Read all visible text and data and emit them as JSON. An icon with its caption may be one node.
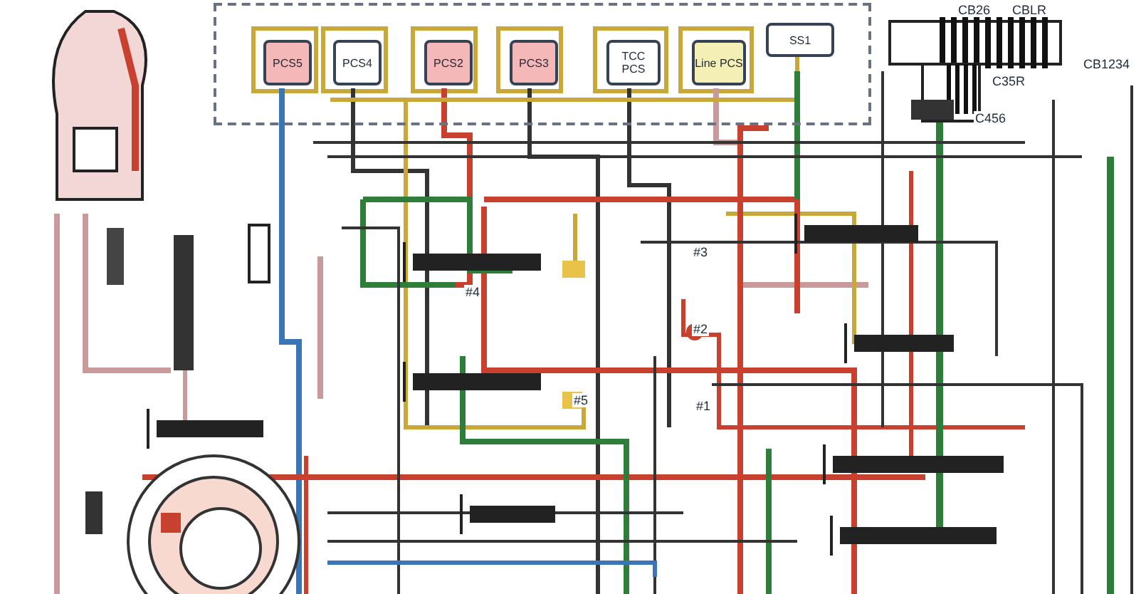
{
  "diagram": {
    "nodes": [
      {
        "text": [],
        "shape": "box"
      },
      {
        "text": [
          "PCS5"
        ],
        "in": 0
      },
      {
        "text": [
          "PCS4"
        ],
        "in": 0
      },
      {
        "text": [
          "PCS2"
        ],
        "in": 0
      },
      {
        "text": [
          "PCS3"
        ],
        "in": 0
      },
      {
        "text": [
          "TCC PCS"
        ],
        "in": 0
      },
      {
        "text": [
          "Line PCS"
        ],
        "in": 0
      },
      {
        "text": [
          "SS1"
        ],
        "in": 0
      }
    ],
    "labels": [
      "CB26",
      "CBLR",
      "C35R",
      "C456",
      "CB1234",
      "#3",
      "#4",
      "#2",
      "#5",
      "#1"
    ]
  }
}
